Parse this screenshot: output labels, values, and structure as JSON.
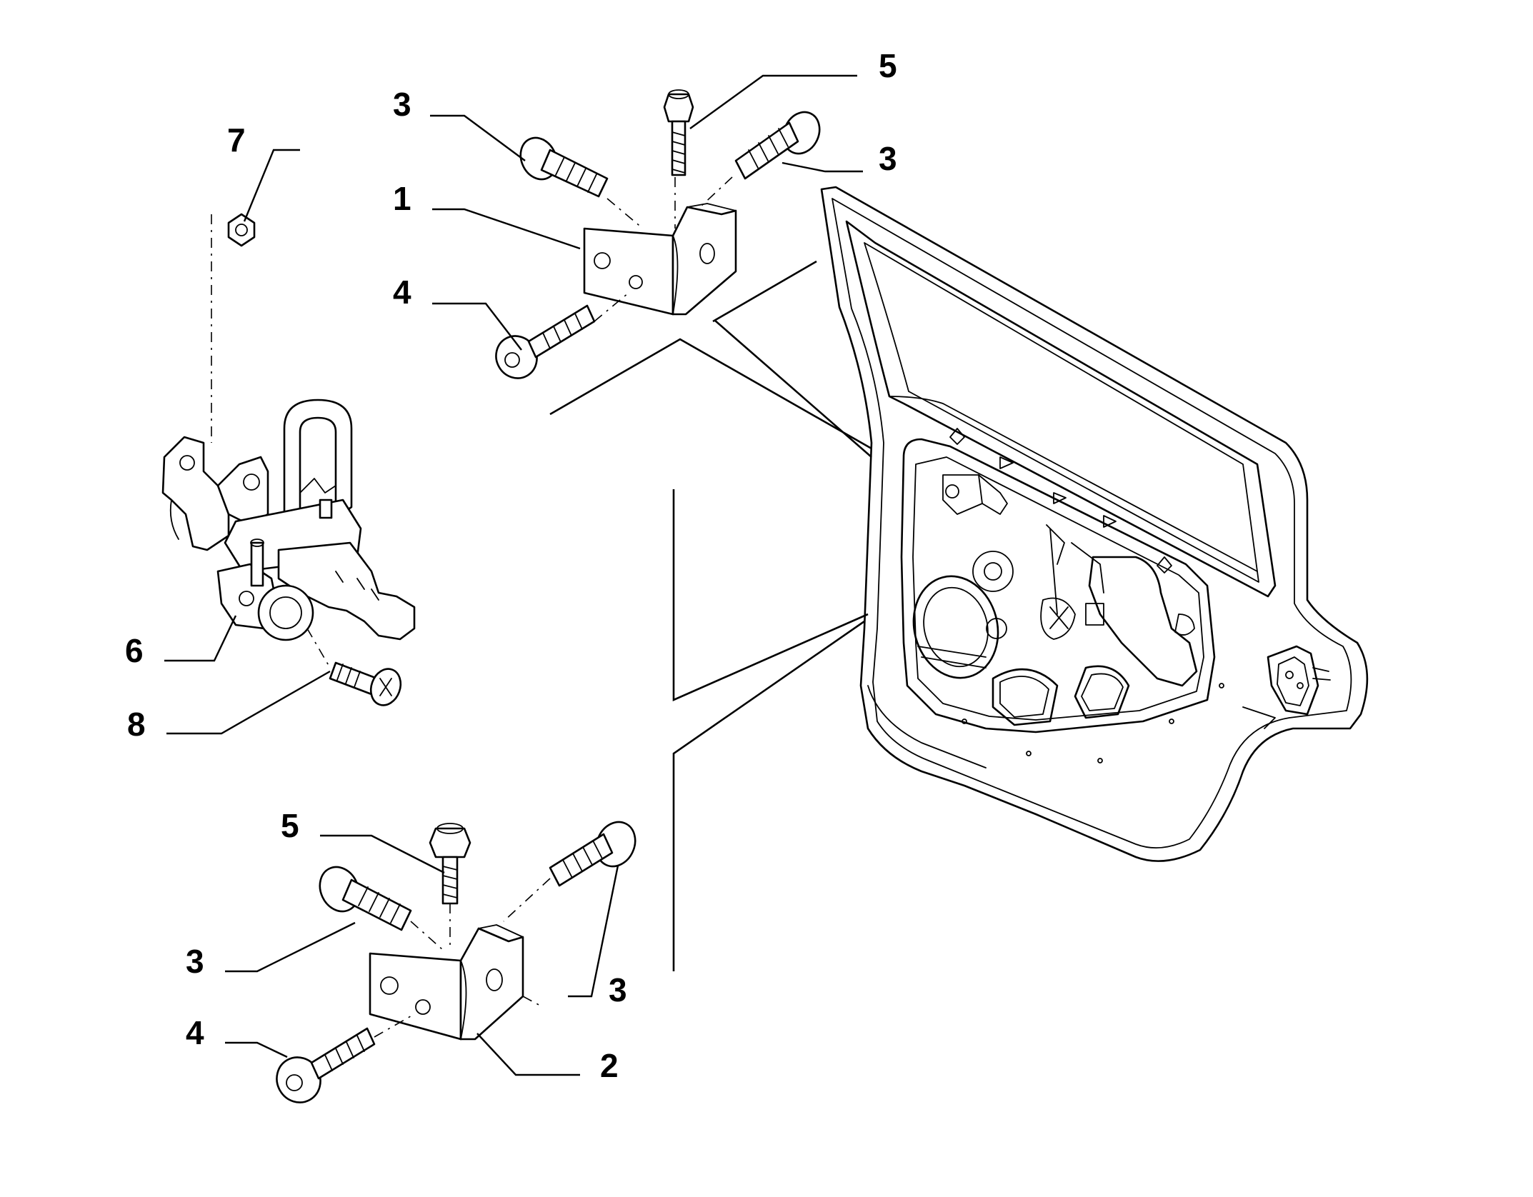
{
  "callouts": [
    {
      "id": "c3a",
      "label": "3"
    },
    {
      "id": "c5a",
      "label": "5"
    },
    {
      "id": "c3b",
      "label": "3"
    },
    {
      "id": "c7",
      "label": "7"
    },
    {
      "id": "c1",
      "label": "1"
    },
    {
      "id": "c4a",
      "label": "4"
    },
    {
      "id": "c6",
      "label": "6"
    },
    {
      "id": "c8",
      "label": "8"
    },
    {
      "id": "c5b",
      "label": "5"
    },
    {
      "id": "c3c",
      "label": "3"
    },
    {
      "id": "c3d",
      "label": "3"
    },
    {
      "id": "c4b",
      "label": "4"
    },
    {
      "id": "c2",
      "label": "2"
    }
  ],
  "parts": {
    "door": "rear-door-shell",
    "upper_hinge": "upper-hinge-bracket",
    "lower_hinge": "lower-hinge-bracket",
    "check_strap": "door-check-strap",
    "colors": {
      "ink": "#000000",
      "paper": "#ffffff"
    }
  }
}
